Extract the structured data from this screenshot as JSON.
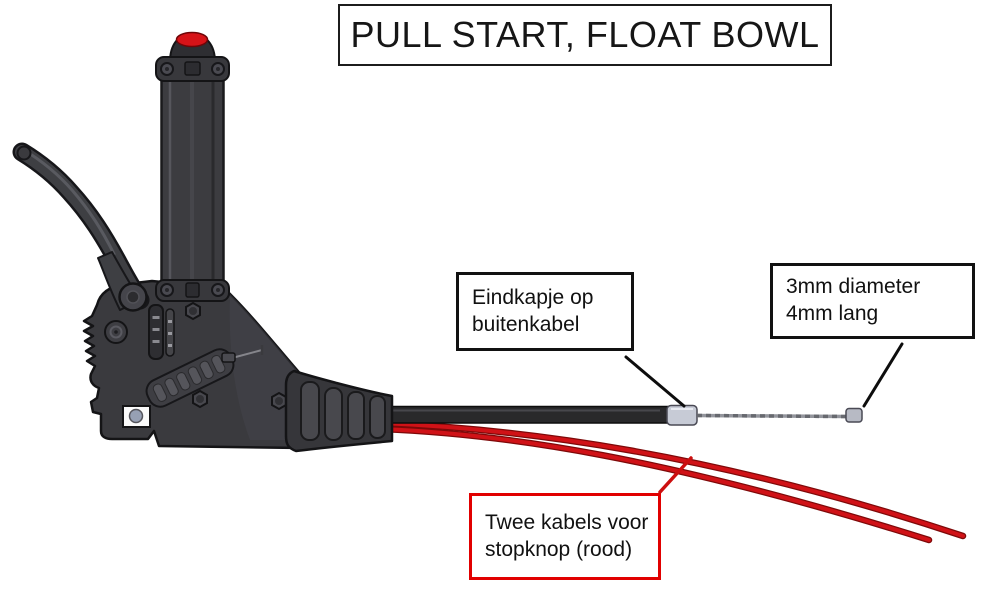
{
  "title": {
    "text": "PULL START, FLOAT BOWL"
  },
  "callouts": {
    "end_cap": {
      "line1": "Eindkapje op",
      "line2": "buitenkabel"
    },
    "dimension": {
      "line1": "3mm diameter",
      "line2": "4mm lang"
    },
    "stop_cables": {
      "line1": "Twee kabels voor",
      "line2": "stopknop (rood)"
    }
  },
  "diagram": {
    "parts": [
      {
        "id": "stop-button",
        "desc": "red stop button on top of grip"
      },
      {
        "id": "handle-grip",
        "desc": "vertical cylindrical pull handle"
      },
      {
        "id": "brake-lever",
        "desc": "curved actuating lever"
      },
      {
        "id": "housing-body",
        "desc": "black lever housing with ratchet and bolts"
      },
      {
        "id": "cable-boot",
        "desc": "ribbed rubber strain-relief boot"
      },
      {
        "id": "outer-cable",
        "desc": "black outer cable (buitenkabel)"
      },
      {
        "id": "outer-cable-end-cap",
        "desc": "end cap on outer cable"
      },
      {
        "id": "inner-cable",
        "desc": "thin braided inner cable"
      },
      {
        "id": "cable-end-fitting",
        "desc": "3mm x 4mm end fitting"
      },
      {
        "id": "stop-cables",
        "desc": "two red cables for stop button"
      }
    ],
    "colors": {
      "stop_button_red": "#d61318",
      "stop_cable_red": "#cc1016",
      "callout_red_border": "#e10000",
      "callout_black_border": "#111111",
      "outer_cable_black": "#29292b",
      "end_cap_gray": "#c7cbd6",
      "housing_dark": "#3a3a3e"
    }
  }
}
